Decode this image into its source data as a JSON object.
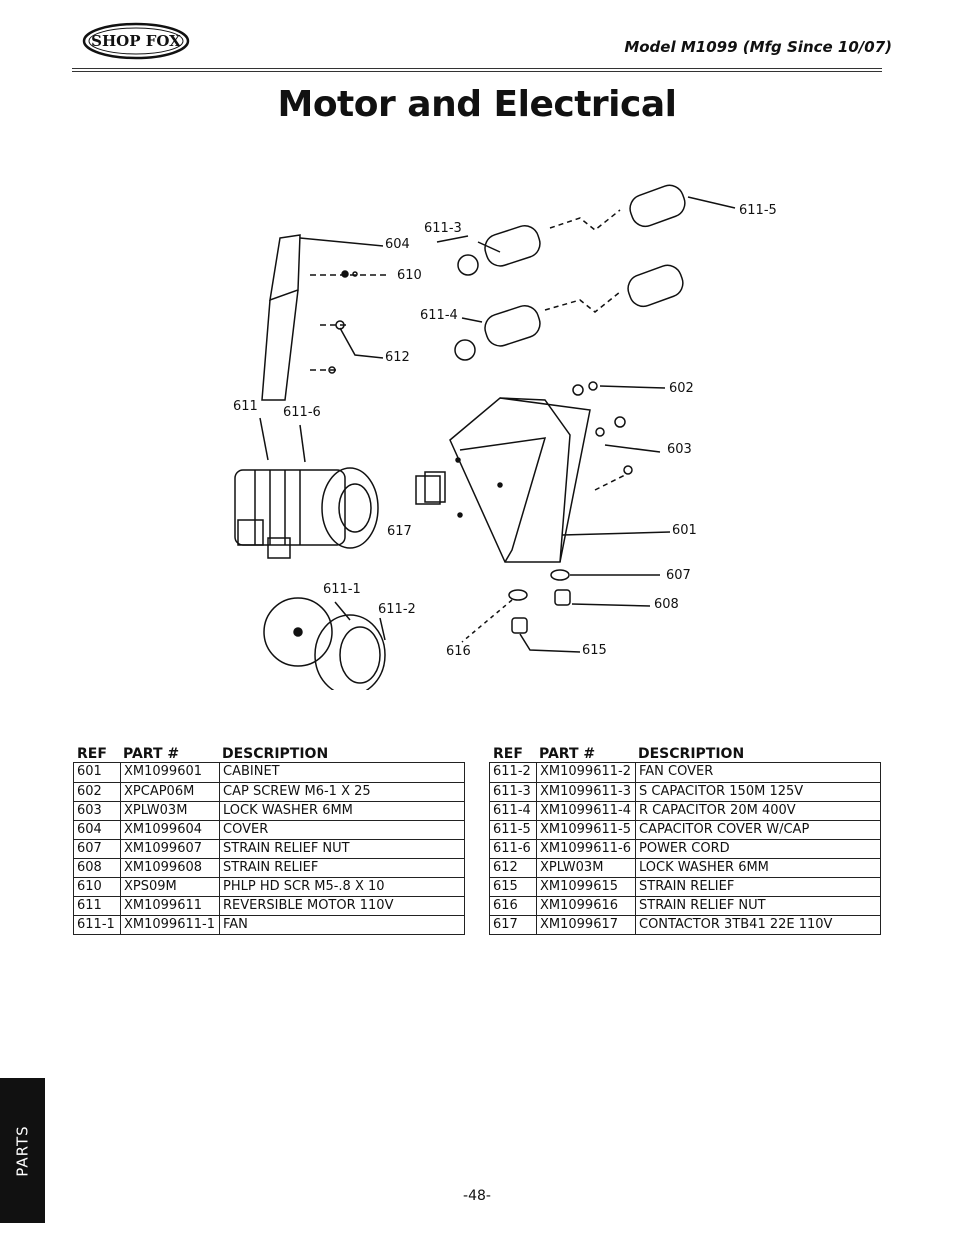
{
  "header": {
    "brand": "SHOP FOX",
    "model": "Model M1099 (Mfg Since 10/07)"
  },
  "title": "Motor and Electrical",
  "callouts": {
    "c604": "604",
    "c610": "610",
    "c612": "612",
    "c611_3": "611-3",
    "c611_4": "611-4",
    "c611_5": "611-5",
    "c602": "602",
    "c603": "603",
    "c601": "601",
    "c607": "607",
    "c608": "608",
    "c615": "615",
    "c616": "616",
    "c617": "617",
    "c611": "611",
    "c611_6": "611-6",
    "c611_1": "611-1",
    "c611_2": "611-2"
  },
  "table_headers": {
    "ref": "REF",
    "part": "PART #",
    "desc": "DESCRIPTION"
  },
  "parts_left": [
    {
      "ref": "601",
      "part": "XM1099601",
      "desc": "CABINET"
    },
    {
      "ref": "602",
      "part": "XPCAP06M",
      "desc": "CAP SCREW M6-1 X 25"
    },
    {
      "ref": "603",
      "part": "XPLW03M",
      "desc": "LOCK WASHER 6MM"
    },
    {
      "ref": "604",
      "part": "XM1099604",
      "desc": "COVER"
    },
    {
      "ref": "607",
      "part": "XM1099607",
      "desc": "STRAIN RELIEF NUT"
    },
    {
      "ref": "608",
      "part": "XM1099608",
      "desc": "STRAIN RELIEF"
    },
    {
      "ref": "610",
      "part": "XPS09M",
      "desc": "PHLP HD SCR M5-.8 X 10"
    },
    {
      "ref": "611",
      "part": "XM1099611",
      "desc": "REVERSIBLE MOTOR 110V"
    },
    {
      "ref": "611-1",
      "part": "XM1099611-1",
      "desc": "FAN"
    }
  ],
  "parts_right": [
    {
      "ref": "611-2",
      "part": "XM1099611-2",
      "desc": "FAN COVER"
    },
    {
      "ref": "611-3",
      "part": "XM1099611-3",
      "desc": "S CAPACITOR 150M 125V"
    },
    {
      "ref": "611-4",
      "part": "XM1099611-4",
      "desc": "R CAPACITOR 20M 400V"
    },
    {
      "ref": "611-5",
      "part": "XM1099611-5",
      "desc": "CAPACITOR COVER W/CAP"
    },
    {
      "ref": "611-6",
      "part": "XM1099611-6",
      "desc": "POWER CORD"
    },
    {
      "ref": "612",
      "part": "XPLW03M",
      "desc": "LOCK WASHER 6MM"
    },
    {
      "ref": "615",
      "part": "XM1099615",
      "desc": "STRAIN RELIEF"
    },
    {
      "ref": "616",
      "part": "XM1099616",
      "desc": "STRAIN RELIEF NUT"
    },
    {
      "ref": "617",
      "part": "XM1099617",
      "desc": "CONTACTOR 3TB41 22E 110V"
    }
  ],
  "side_tab": "PARTS",
  "page_number": "-48-"
}
